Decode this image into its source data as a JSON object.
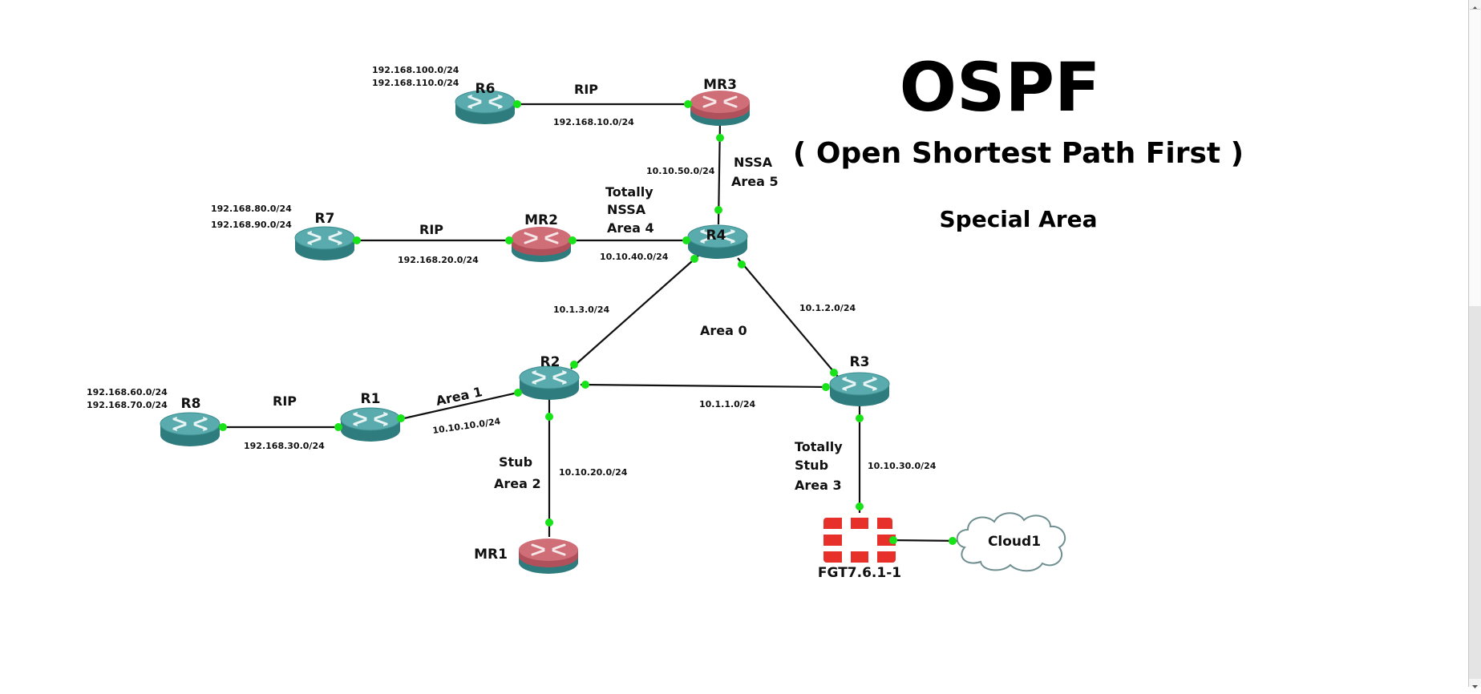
{
  "title": {
    "main": "OSPF",
    "subtitle": "( Open Shortest Path First )",
    "tagline": "Special Area"
  },
  "nodes": {
    "r6": "R6",
    "mr3": "MR3",
    "r7": "R7",
    "mr2": "MR2",
    "r4": "R4",
    "r2": "R2",
    "r3": "R3",
    "r8": "R8",
    "r1": "R1",
    "mr1": "MR1",
    "fgt": "FGT7.6.1-1",
    "cloud": "Cloud1"
  },
  "labels": {
    "r6_net1": "192.168.100.0/24",
    "r6_net2": "192.168.110.0/24",
    "r6_mr3_proto": "RIP",
    "r6_mr3_net": "192.168.10.0/24",
    "mr3_r4_net": "10.10.50.0/24",
    "area5_type": "NSSA",
    "area5": "Area 5",
    "area4_line1": "Totally",
    "area4_line2": "NSSA",
    "area4": "Area 4",
    "r7_net1": "192.168.80.0/24",
    "r7_net2": "192.168.90.0/24",
    "r7_mr2_proto": "RIP",
    "r7_mr2_net": "192.168.20.0/24",
    "mr2_r4_net": "10.10.40.0/24",
    "r4_r2_net": "10.1.3.0/24",
    "r4_r3_net": "10.1.2.0/24",
    "area0": "Area 0",
    "r2_r3_net": "10.1.1.0/24",
    "r8_net1": "192.168.60.0/24",
    "r8_net2": "192.168.70.0/24",
    "r8_r1_proto": "RIP",
    "r8_r1_net": "192.168.30.0/24",
    "area1": "Area 1",
    "r1_r2_net": "10.10.10.0/24",
    "area2_type": "Stub",
    "area2": "Area 2",
    "r2_mr1_net": "10.10.20.0/24",
    "area3_line1": "Totally",
    "area3_line2": "Stub",
    "area3": "Area 3",
    "r3_fgt_net": "10.10.30.0/24"
  },
  "colors": {
    "link_up_dot": "#18e218",
    "router_body": "#3a8a8c",
    "router_top": "#5aabad",
    "multilayer_top": "#c8646c",
    "fortigate": "#e8302a"
  }
}
